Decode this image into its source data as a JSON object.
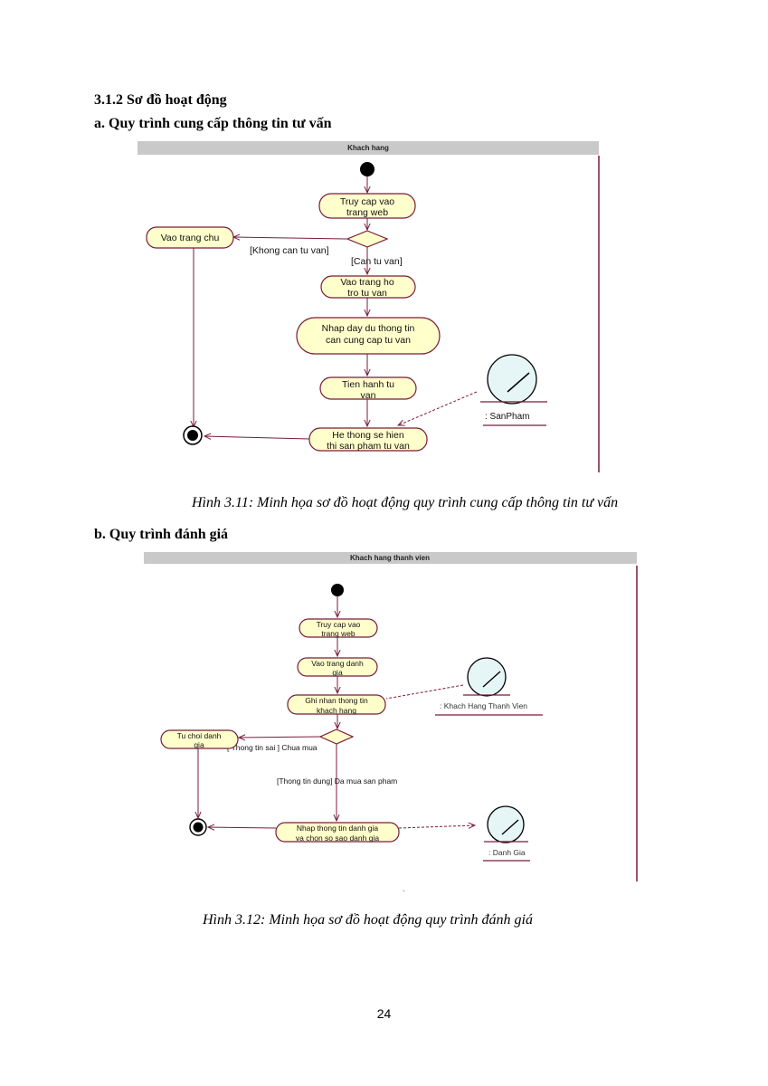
{
  "section_title": "3.1.2 Sơ đồ hoạt động",
  "sub_a": "a. Quy trình cung cấp thông tin tư vấn",
  "sub_b": "b. Quy trình đánh giá",
  "caption_a": "Hình 3.11: Minh họa sơ đồ hoạt động quy trình cung cấp thông tin tư vấn",
  "caption_b": "Hình 3.12: Minh họa sơ đồ hoạt động quy trình đánh giá",
  "page_number": "24",
  "diagram_a": {
    "swimlane": "Khach hang",
    "act_access_1": "Truy cap vao",
    "act_access_2": "trang web",
    "act_home": "Vao trang chu",
    "guard_no": "[Khong can tu van]",
    "guard_yes": "[Can tu van]",
    "act_support_1": "Vao trang ho",
    "act_support_2": "tro tu van",
    "act_input_1": "Nhap day du thong tin",
    "act_input_2": "can cung cap tu van",
    "act_consult_1": "Tien hanh tu",
    "act_consult_2": "van",
    "act_show_1": "He thong se hien",
    "act_show_2": "thi san pham tu van",
    "entity": ": SanPham"
  },
  "diagram_b": {
    "swimlane": "Khach hang thanh vien",
    "act_access_1": "Truy cap vao",
    "act_access_2": "trang web",
    "act_review_1": "Vao trang danh",
    "act_review_2": "gia",
    "act_record_1": "Ghi nhan thong tin",
    "act_record_2": "khach hang",
    "act_reject_1": "Tu choi danh",
    "act_reject_2": "gia",
    "guard_wrong": "[ Thong tin sai ] Chua mua",
    "guard_right": "[Thong tin dung] Da mua san pham",
    "act_rate_1": "Nhap thong tin danh gia",
    "act_rate_2": "va chon so sao danh gia",
    "entity_member": ": Khach Hang Thanh Vien",
    "entity_rating": ": Danh Gia",
    "stray_mark": "`"
  }
}
